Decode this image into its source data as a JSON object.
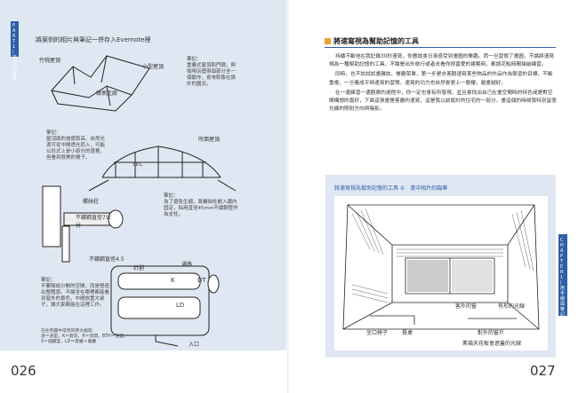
{
  "left": {
    "page_number": "026",
    "side_tab": "PART 1 | 自己的收集",
    "caption": "將案例的相片與筆記一併存入Evernote裡",
    "annotations": {
      "roof_label": "竹桃屋頂",
      "small_roof_label": "小型屋頂",
      "corridor_label": "緣側走廊",
      "note1_label": "筆記：",
      "note1_text": "重疊式屋頂和門廊，與咖啡店壁兩個部分全一個動作，會來較像在設計的圖式。",
      "note2_label": "筆記：",
      "note2_text": "屋頂面的坡度較高，自然光源可從中間透光而入，可能以形式上是小部分的感覺，但看到很美的樣子。",
      "pitch_label": "所面屋頂",
      "sec_label": "SEC",
      "screw_label": "螺絲柱",
      "stainless_label": "不鏽鋼直徑7公分",
      "stainless2_label": "不鏽鋼直徑4.5",
      "note3_label": "筆記：",
      "note3_text": "為了避免生鏽，將螺絲柱嵌入牆內固定，採用直徑45mm不鏽鋼管作為支柱。",
      "plan_title": "計劃",
      "window_label": "通路",
      "note4_label": "筆記：",
      "note4_text": "不要隔成分開的空間，而是營造出整體感。不論坐在哪裡都能看到窗外的景色，中間放置大桌子，讓大家都能在這裡工作。",
      "plan_room1": "K",
      "plan_room2": "DT",
      "plan_room3": "LD",
      "entrance_label": "入口",
      "legend": "在住宅圖中常見的英文縮寫：\n浴＝浴室，K＝廚房，R＝房間，BTH＝浴室，\nS＝儲藏室，LD＝客廳＋餐廳"
    }
  },
  "right": {
    "page_number": "027",
    "side_tab": "CHAPTER 1 | 用手繪與筆記記錄空間構想",
    "heading": "將速寫視為幫助記憶的工具",
    "body": [
      "持續不斷地在我記錄30秒速寫，你應該會日漸感受到畫圖的樂趣。而一旦習慣了畫圖，不論將速寫視為一種幫助記憶的工具，不論是出外旅行或者去看你很喜愛的建築時，都請花點時間描繪練習。",
      "同時，也不妨試試畫雜誌、餐廳菜單，第一步是去客觀速寫某些物品的作品作為學習的目標，不斷重複，一旦養成平時速寫的習慣，速寫的功力也自然會更上一層樓，越畫越好。",
      "在一邊練習一邊觀察的過程中，你一定也會有所發現，並且會找出自己在畫空間時的特色或是對空間構想的喜好，下面這張畫是客廳的速寫，這是我以前設計的住宅的一部分，畫這個的時候我特別留意光線的照射方向與陰影。"
    ],
    "panel_title": "將速寫視為幫助記憶的工具 ①　書中相片的臨摹",
    "sketch_labels": {
      "label1": "坐口椅子",
      "label2": "餐桌",
      "label3": "對外的窗戶",
      "label4": "客外的窗",
      "label5": "有形的光線",
      "label6": "素描天花板會遮蓋的光線"
    }
  }
}
